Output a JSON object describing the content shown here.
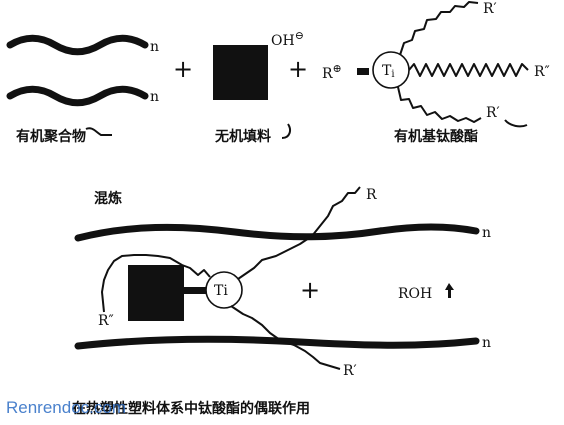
{
  "top_row": {
    "polymer_label": "有机聚合物",
    "polymer_n1": "n",
    "polymer_n2": "n",
    "plus1": "+",
    "filler_label": "无机填料",
    "filler_oh": "OH",
    "filler_oh_charge": "⊖",
    "plus2": "+",
    "r_plus": "R",
    "r_plus_charge": "⊕",
    "ti_label": "Ti",
    "titanate_label": "有机基钛酸酯",
    "r_prime_top": "R′",
    "r_double_prime": "R″",
    "r_prime_bottom": "R′"
  },
  "bottom": {
    "mixing_label": "混炼",
    "r_top": "R",
    "chain_n1": "n",
    "ti_label": "Ti",
    "plus": "+",
    "roh": "ROH",
    "r_double_prime": "R″",
    "chain_n2": "n",
    "r_prime": "R′"
  },
  "caption": "在热塑性塑料体系中钛酸酯的偶联作用",
  "watermark": "Renrendoc.com"
}
